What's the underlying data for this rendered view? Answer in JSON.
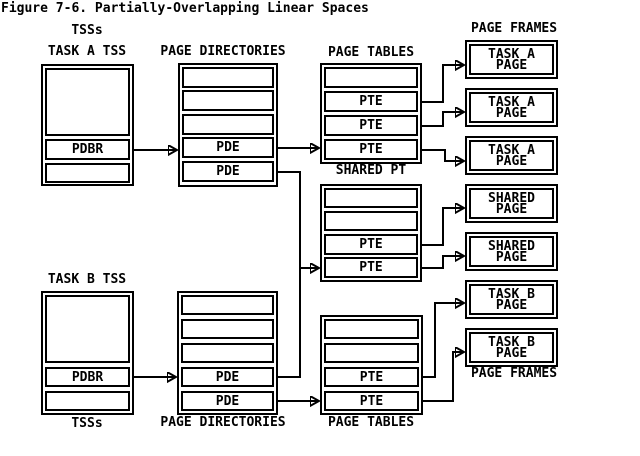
{
  "figure": {
    "title": "Figure 7-6. Partially-Overlapping Linear Spaces"
  },
  "labels": {
    "tss_group_top": "TSSs",
    "task_a_tss": "TASK A TSS",
    "page_directories_top": "PAGE DIRECTORIES",
    "page_tables_top": "PAGE TABLES",
    "page_frames_top": "PAGE FRAMES",
    "shared_pt": "SHARED PT",
    "task_b_tss": "TASK B TSS",
    "tss_group_bottom": "TSSs",
    "page_directories_bottom": "PAGE DIRECTORIES",
    "page_tables_bottom": "PAGE TABLES",
    "page_frames_bottom": "PAGE FRAMES"
  },
  "boxes": {
    "task_a_tss": {
      "pdbr": "PDBR"
    },
    "task_b_tss": {
      "pdbr": "PDBR"
    },
    "page_directory_a": {
      "rows": [
        "",
        "",
        "",
        "PDE",
        "PDE"
      ]
    },
    "page_directory_b": {
      "rows": [
        "",
        "",
        "",
        "PDE",
        "PDE"
      ]
    },
    "page_table_a": {
      "rows": [
        "",
        "PTE",
        "PTE",
        "PTE"
      ]
    },
    "shared_pt": {
      "rows": [
        "",
        "",
        "PTE",
        "PTE"
      ]
    },
    "page_table_b": {
      "rows": [
        "",
        "",
        "PTE",
        "PTE"
      ]
    }
  },
  "page_frames": [
    {
      "line1": "TASK A",
      "line2": "PAGE"
    },
    {
      "line1": "TASK A",
      "line2": "PAGE"
    },
    {
      "line1": "TASK A",
      "line2": "PAGE"
    },
    {
      "line1": "SHARED",
      "line2": "PAGE"
    },
    {
      "line1": "SHARED",
      "line2": "PAGE"
    },
    {
      "line1": "TASK B",
      "line2": "PAGE"
    },
    {
      "line1": "TASK B",
      "line2": "PAGE"
    }
  ],
  "colors": {
    "foreground": "#000000",
    "background": "#ffffff"
  }
}
